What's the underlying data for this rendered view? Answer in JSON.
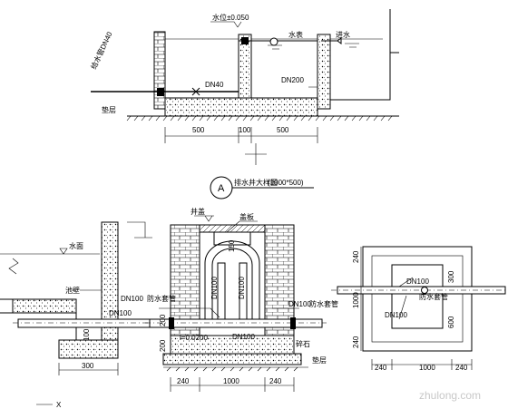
{
  "section_a": {
    "elevation_label": "水位±0.050",
    "valve_label": "水表",
    "inlet_label": "进水",
    "supply_label": "给水管DN40",
    "pipe_dn40": "DN40",
    "pipe_dn200": "DN200",
    "pad_label": "垫层",
    "dim_500_left": "500",
    "dim_100": "100",
    "dim_500_right": "500"
  },
  "title_marker": {
    "letter": "A",
    "label": "排水井大样图",
    "size": "(1000*500)"
  },
  "section_left": {
    "water_label": "水面",
    "wall_label": "池壁",
    "pipe_label": "DN100",
    "dim_100": "100",
    "dim_300": "300"
  },
  "section_mid": {
    "top_label": "井盖",
    "cover_label": "盖板",
    "dim_150": "150",
    "pipe_dn100_left": "DN100",
    "pipe_dn100_vertical_a": "DN100",
    "pipe_dn100_vertical_b": "DN100",
    "pipe_dn100_right": "DN100",
    "sleeve_label_left": "防水套管",
    "sleeve_label_right": "防水套管",
    "pipe_dn100_lower": "DN100",
    "bottom_elev": "i=0.0200",
    "dim_200_a": "200",
    "dim_200_b": "200",
    "gravel_label": "碎石",
    "base_label": "垫层",
    "dim_240_left": "240",
    "dim_1000": "1000",
    "dim_240_right": "240"
  },
  "plan_view": {
    "dim_240_top": "240",
    "dim_1000_v": "1000",
    "dim_240_bottom": "240",
    "pipe_dn100": "DN100",
    "sleeve_label": "防水套管",
    "pipe_dn100_lower": "DN100",
    "dim_300": "300",
    "dim_600": "600",
    "dim_240_left": "240",
    "dim_1000_h": "1000",
    "dim_240_right": "240"
  },
  "axis_label": "X",
  "watermark": "zhulong.com"
}
